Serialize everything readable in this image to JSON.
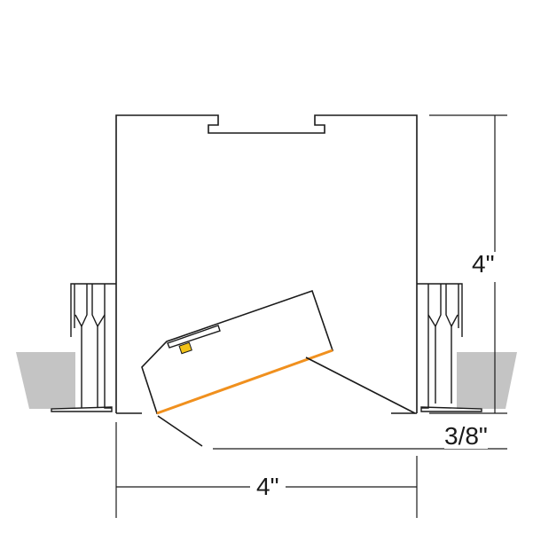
{
  "dimensions": {
    "height_label": "4\"",
    "reveal_label": "3/8\"",
    "width_label": "4\""
  },
  "colors": {
    "line": "#1a1a1a",
    "ceiling": "#c4c4c4",
    "lens_edge": "#f0901e",
    "indicator": "#f2c318",
    "background": "#ffffff"
  }
}
